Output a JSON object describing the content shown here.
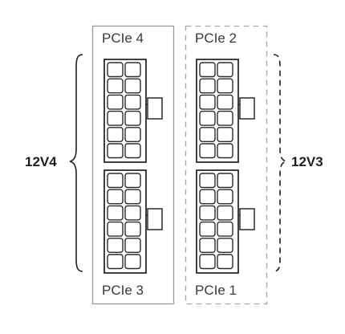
{
  "connector_labels": {
    "top_left": "PCIe 4",
    "top_right": "PCIe 2",
    "bottom_left": "PCIe 3",
    "bottom_right": "PCIe 1"
  },
  "group_labels": {
    "left": "12V4",
    "right": "12V3"
  },
  "colors": {
    "solid_frame": "#9a9a9a",
    "dashed_frame": "#a8a8a8",
    "connector_stroke": "#2b2b2b",
    "label_text": "#3a3a3a"
  }
}
